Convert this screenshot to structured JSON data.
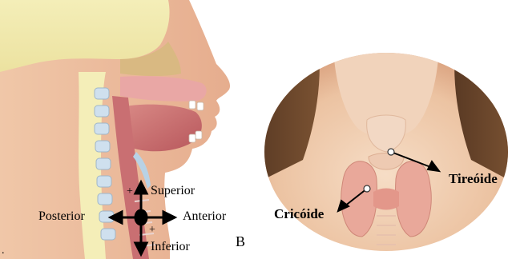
{
  "panel_a": {
    "labels": {
      "superior": "Superior",
      "posterior": "Posterior",
      "anterior": "Anterior",
      "inferior": "Inferior",
      "plus_top": "+",
      "plus_bottom": "+",
      "corner_mark": "."
    }
  },
  "panel_b": {
    "letter": "B",
    "labels": {
      "thyroid": "Tireóide",
      "cricoid": "Cricóide"
    }
  }
}
